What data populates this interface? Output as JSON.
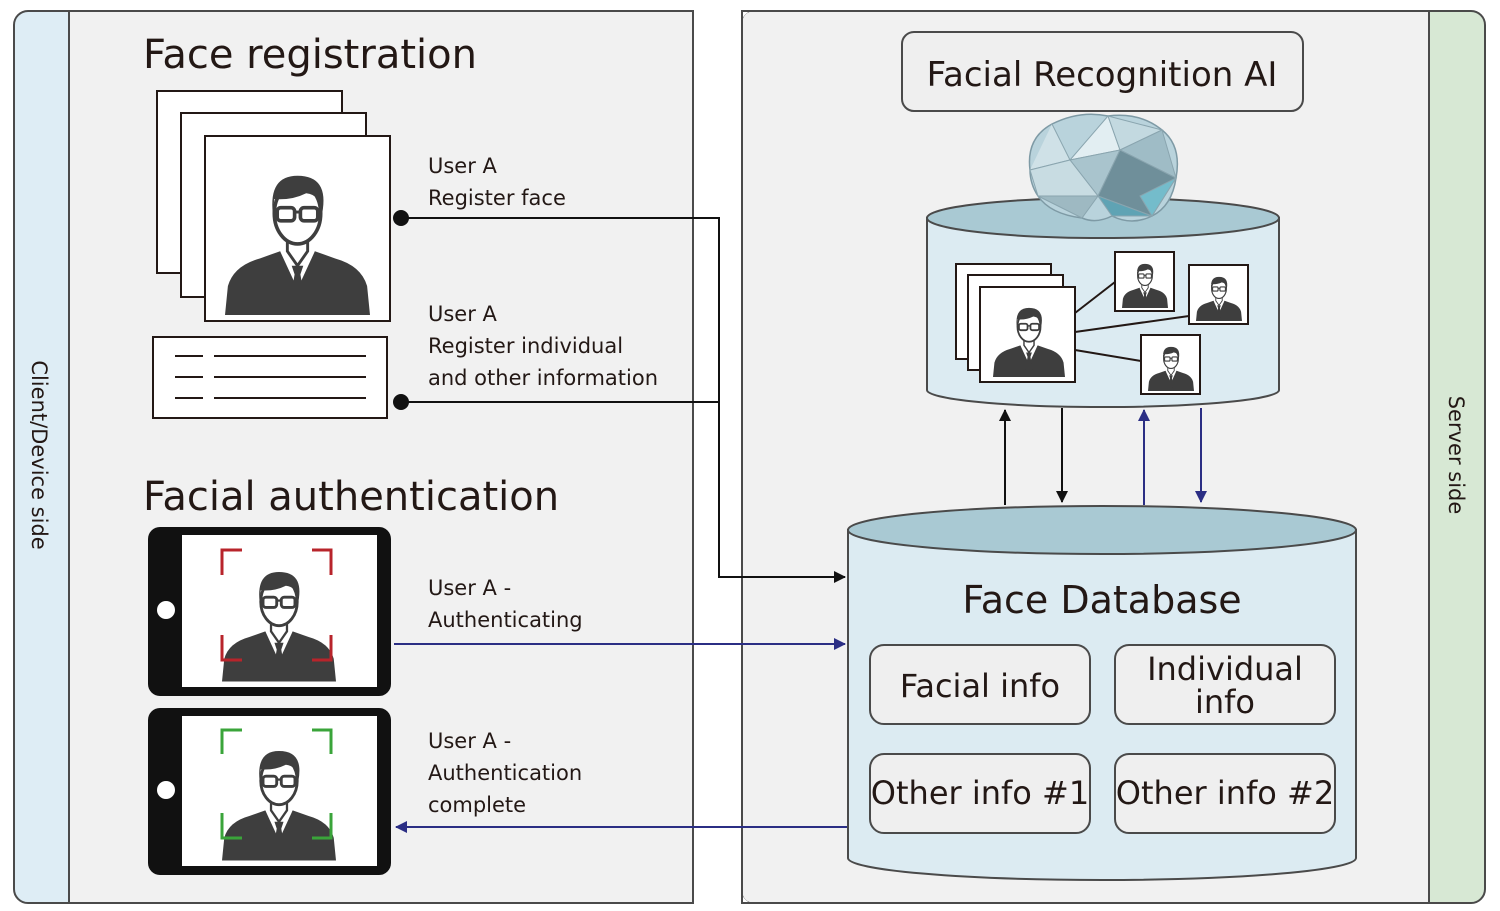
{
  "labels": {
    "client_side": "Client/Device side",
    "server_side": "Server side",
    "face_registration": "Face registration",
    "facial_authentication": "Facial authentication",
    "ai_title": "Facial Recognition AI",
    "db_title": "Face Database"
  },
  "notes": {
    "register_face": [
      "User A",
      "Register face"
    ],
    "register_info": [
      "User A",
      "Register individual",
      "and other information"
    ],
    "authenticating": [
      "User A -",
      "Authenticating"
    ],
    "auth_complete": [
      "User A -",
      "Authentication",
      "complete"
    ]
  },
  "db_fields": {
    "facial_info": [
      "Facial info"
    ],
    "individual_info": [
      "Individual",
      "info"
    ],
    "other_info_1": [
      "Other info #1"
    ],
    "other_info_2": [
      "Other info #2"
    ]
  },
  "colors": {
    "client_band": "#deedf5",
    "server_band": "#d7e8d4",
    "panel": "#f1f1f1",
    "cylinder": "#dcebf2",
    "cylinder_top": "#a9c9d3",
    "blue_arrow": "#2b2e84",
    "black_arrow": "#111111",
    "frame_red": "#b8242b",
    "frame_green": "#3aa43a",
    "person": "#3e3e3e"
  }
}
